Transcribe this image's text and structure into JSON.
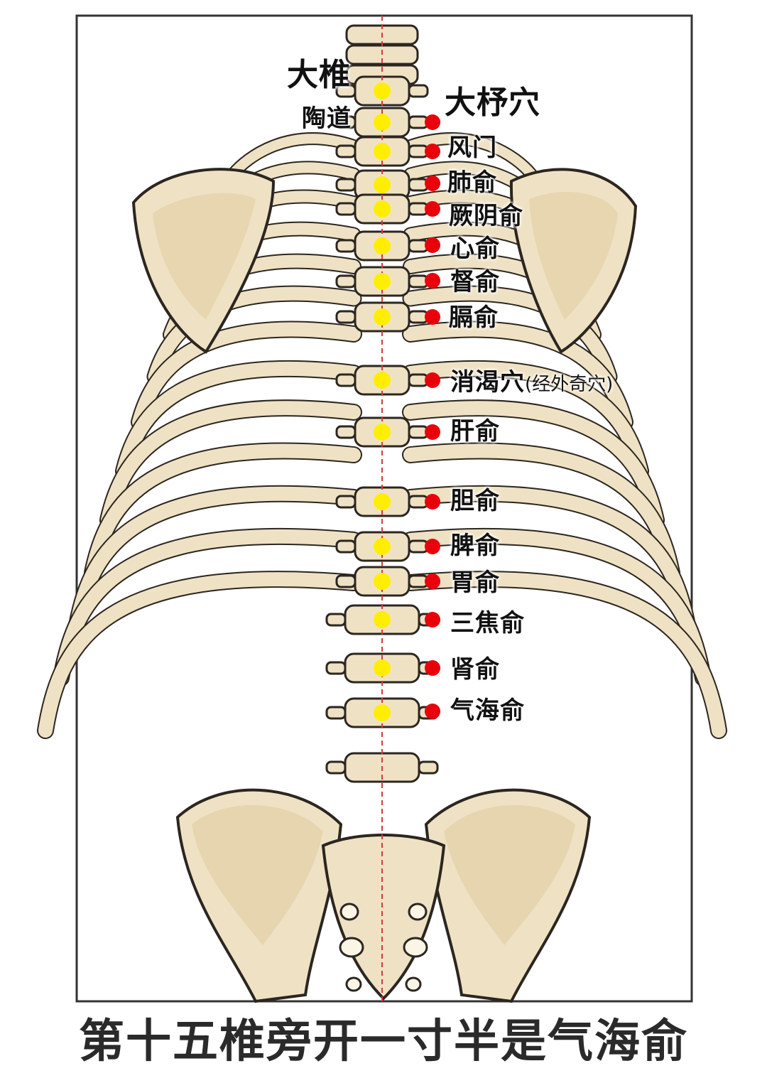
{
  "labels": {
    "dazhui": "大椎",
    "taodao": "陶道",
    "dazhu": "大杼穴",
    "fengmen": "风门",
    "feishu": "肺俞",
    "jueyinshu": "厥阴俞",
    "xinshu": "心俞",
    "dushu": "督俞",
    "geshu": "膈俞",
    "xiaoke": "消渴穴",
    "xiaoke_note": "(经外奇穴)",
    "ganshu": "肝俞",
    "danshu": "胆俞",
    "pishu": "脾俞",
    "weishu": "胃俞",
    "sanjiaoshu": "三焦俞",
    "shenshu": "肾俞",
    "qihaishu": "气海俞"
  },
  "caption": "第十五椎旁开一寸半是气海俞",
  "colors": {
    "bone": "#efe2c4",
    "bone_shade": "#ddc79a",
    "outline": "#2b2620",
    "midline": "#d23b3b",
    "governor_point": "#ffee00",
    "bladder_point": "#e8000b",
    "frame": "#333333"
  },
  "points": {
    "governor_count": 16,
    "bladder_count": 15
  }
}
